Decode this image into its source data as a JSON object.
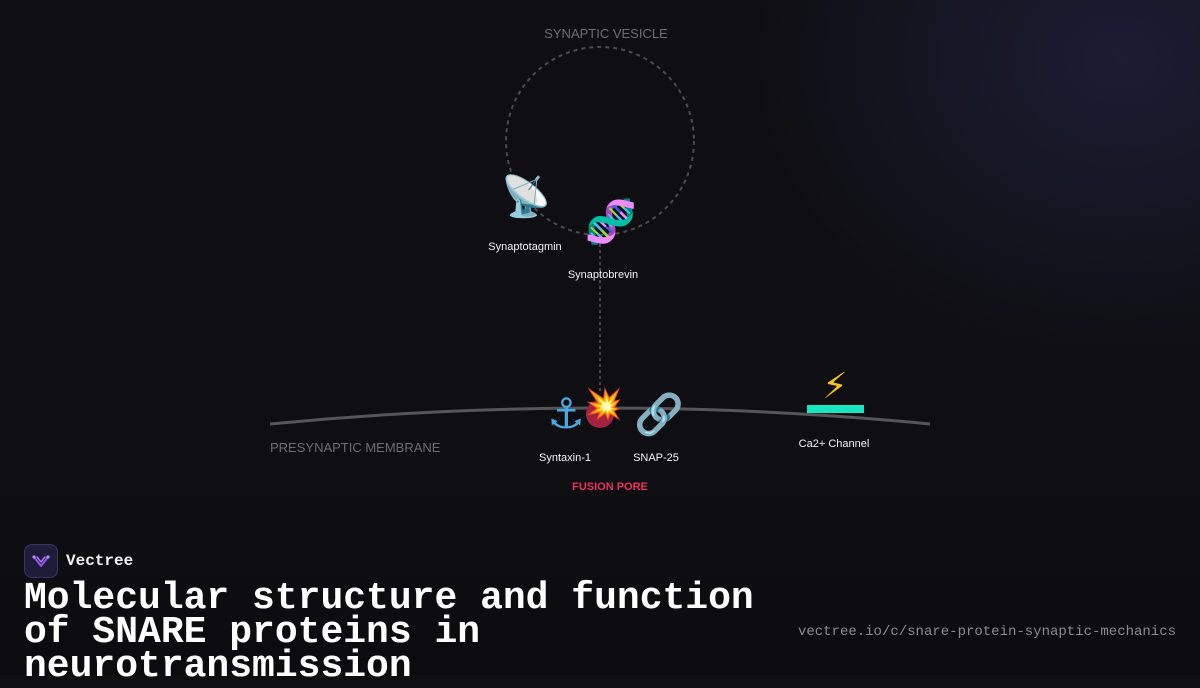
{
  "diagram": {
    "vesicle_label": "SYNAPTIC VESICLE",
    "membrane_label": "PRESYNAPTIC MEMBRANE",
    "fusion_pore_label": "FUSION PORE",
    "proteins": {
      "synaptotagmin": {
        "label": "Synaptotagmin",
        "icon": "📡"
      },
      "synaptobrevin": {
        "label": "Synaptobrevin",
        "icon": "🧬"
      },
      "syntaxin": {
        "label": "Syntaxin-1",
        "icon": "⚓"
      },
      "snap25": {
        "label": "SNAP-25",
        "icon": "🔗"
      },
      "ca_channel": {
        "label": "Ca2+ Channel",
        "icon": "⚡"
      },
      "fusion": {
        "icon": "💥"
      }
    },
    "colors": {
      "fusion_pore": "#e8335f",
      "fusion_dot": "#a3243f",
      "ca_channel_bar": "#19e6c1",
      "membrane": "#55555a",
      "vesicle_outline": "#4a4a50"
    }
  },
  "footer": {
    "brand_name": "Vectree",
    "title": "Molecular structure and function of SNARE proteins in neurotransmission",
    "url": "vectree.io/c/snare-protein-synaptic-mechanics"
  }
}
